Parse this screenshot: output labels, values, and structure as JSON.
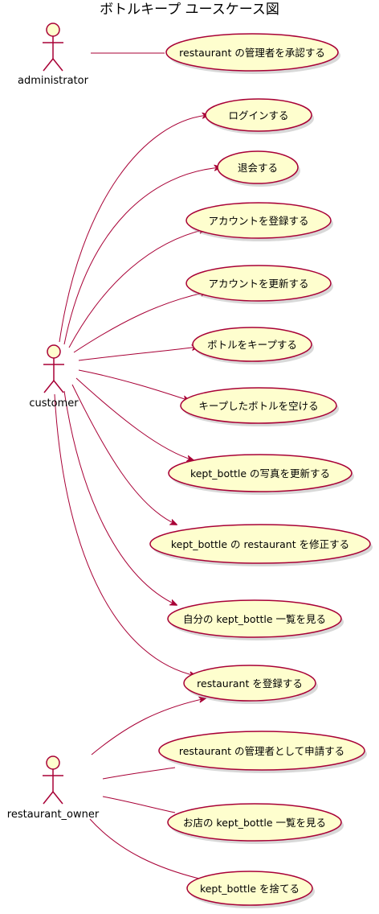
{
  "diagram": {
    "title": "ボトルキープ ユースケース図",
    "actors": {
      "administrator": {
        "label": "administrator"
      },
      "customer": {
        "label": "customer"
      },
      "restaurant_owner": {
        "label": "restaurant_owner"
      }
    },
    "use_cases": [
      "restaurant の管理者を承認する",
      "ログインする",
      "退会する",
      "アカウントを登録する",
      "アカウントを更新する",
      "ボトルをキープする",
      "キープしたボトルを空ける",
      "kept_bottle の写真を更新する",
      "kept_bottle の restaurant を修正する",
      "自分の kept_bottle 一覧を見る",
      "restaurant を登録する",
      "restaurant の管理者として申請する",
      "お店の kept_bottle 一覧を見る",
      "kept_bottle を捨てる"
    ]
  },
  "colors": {
    "actor_fill": "#FEFECE",
    "actor_stroke": "#A80036",
    "usecase_fill": "#FEFECE",
    "usecase_stroke": "#A80036",
    "link": "#A80036"
  }
}
